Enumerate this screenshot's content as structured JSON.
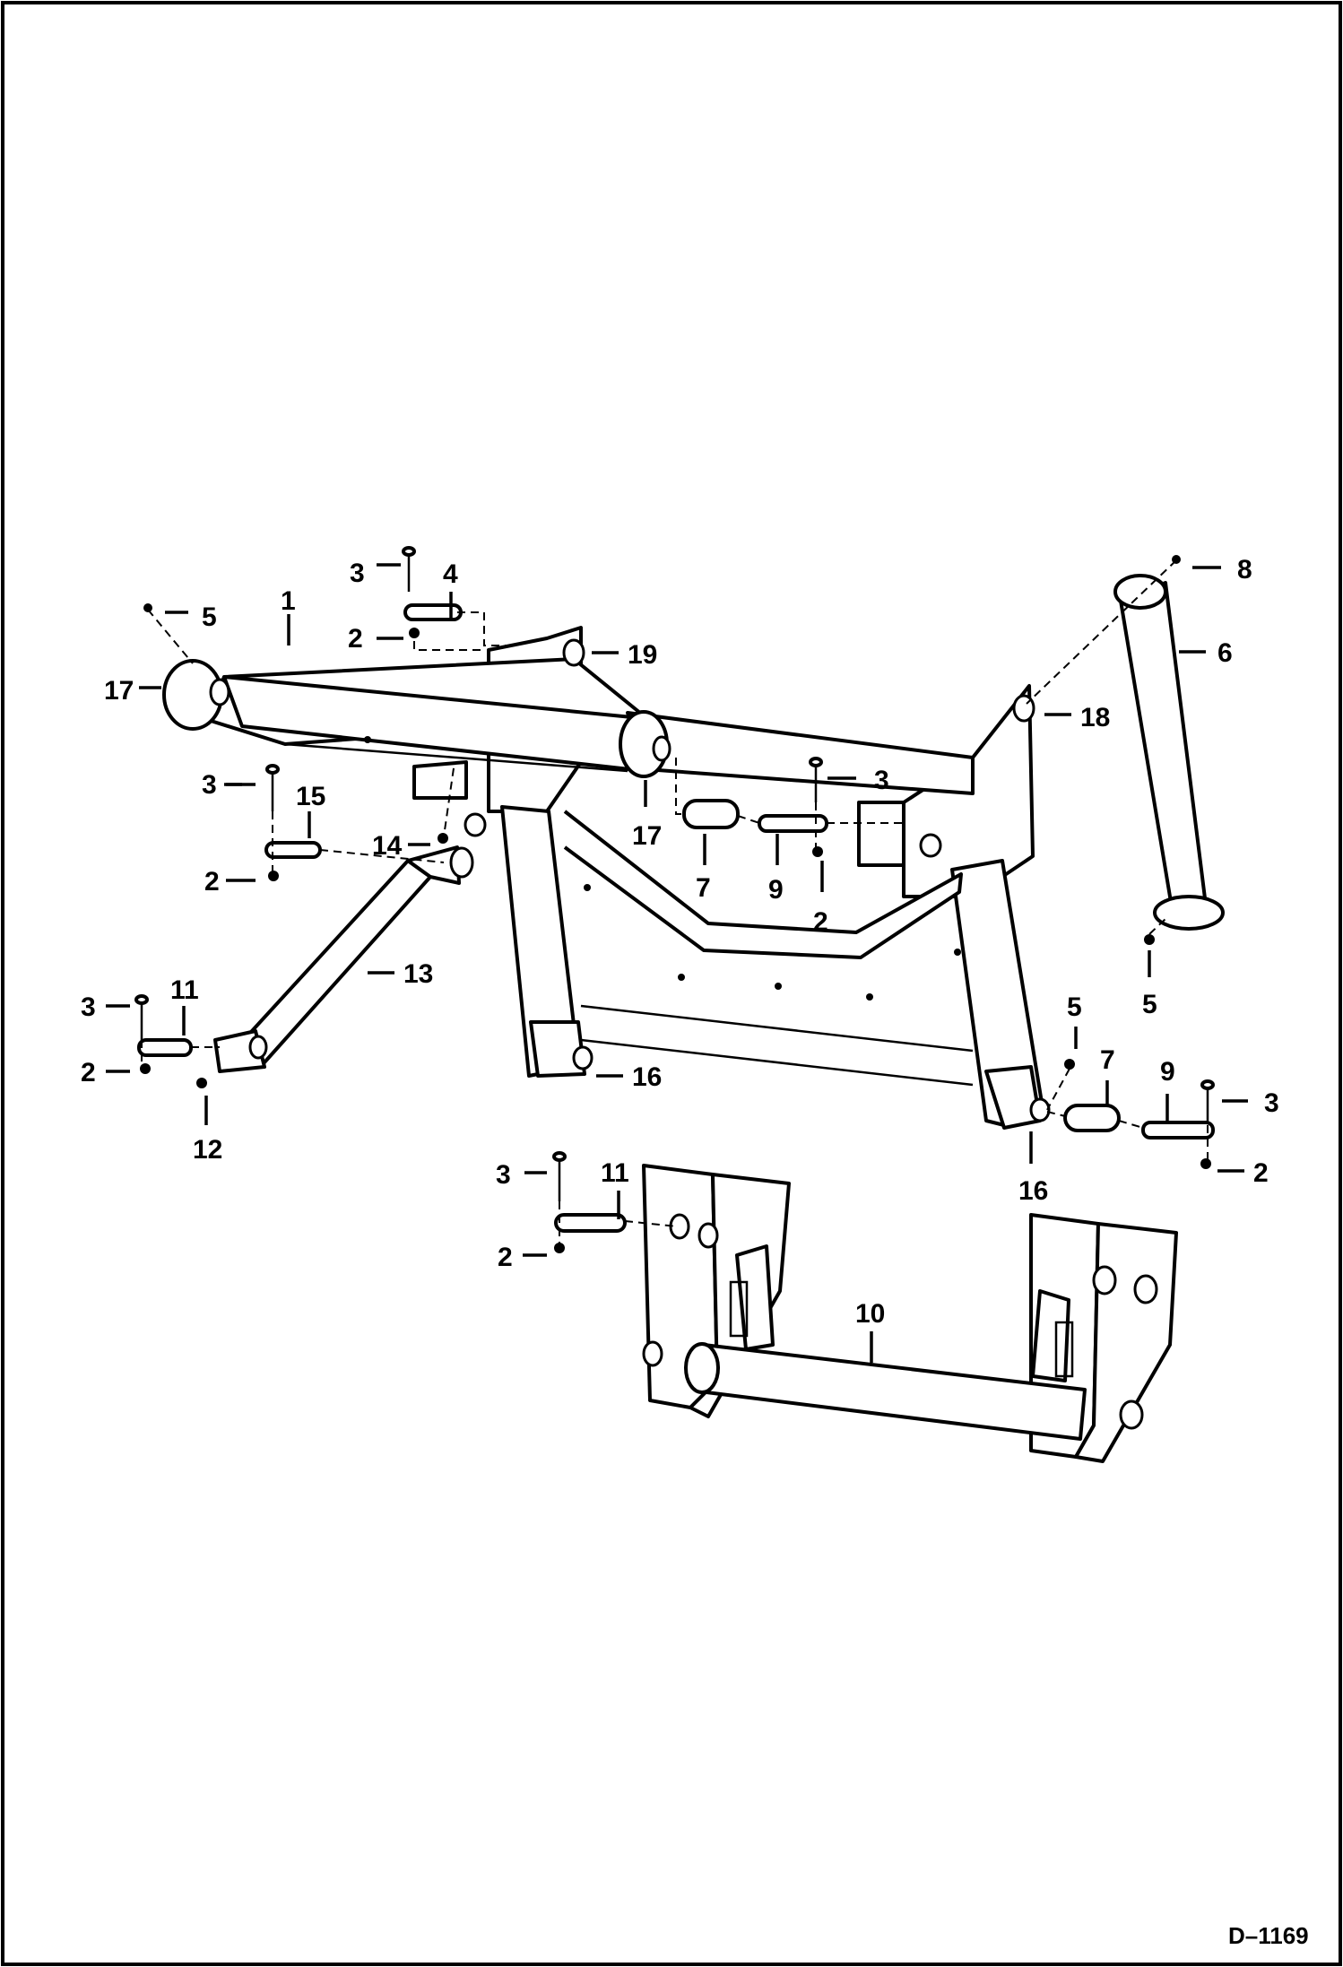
{
  "drawing_number": "D–1169",
  "callouts": {
    "c1": "1",
    "c2a": "2",
    "c2b": "2",
    "c2c": "2",
    "c2d": "2",
    "c2e": "2",
    "c2f": "2",
    "c3a": "3",
    "c3b": "3",
    "c3c": "3",
    "c3d": "3",
    "c3e": "3",
    "c3f": "3",
    "c4": "4",
    "c5a": "5",
    "c5b": "5",
    "c5c": "5",
    "c6": "6",
    "c7a": "7",
    "c7b": "7",
    "c8": "8",
    "c9a": "9",
    "c9b": "9",
    "c10": "10",
    "c11a": "11",
    "c11b": "11",
    "c12": "12",
    "c13": "13",
    "c14": "14",
    "c15": "15",
    "c16a": "16",
    "c16b": "16",
    "c17a": "17",
    "c17b": "17",
    "c18": "18",
    "c19": "19"
  }
}
